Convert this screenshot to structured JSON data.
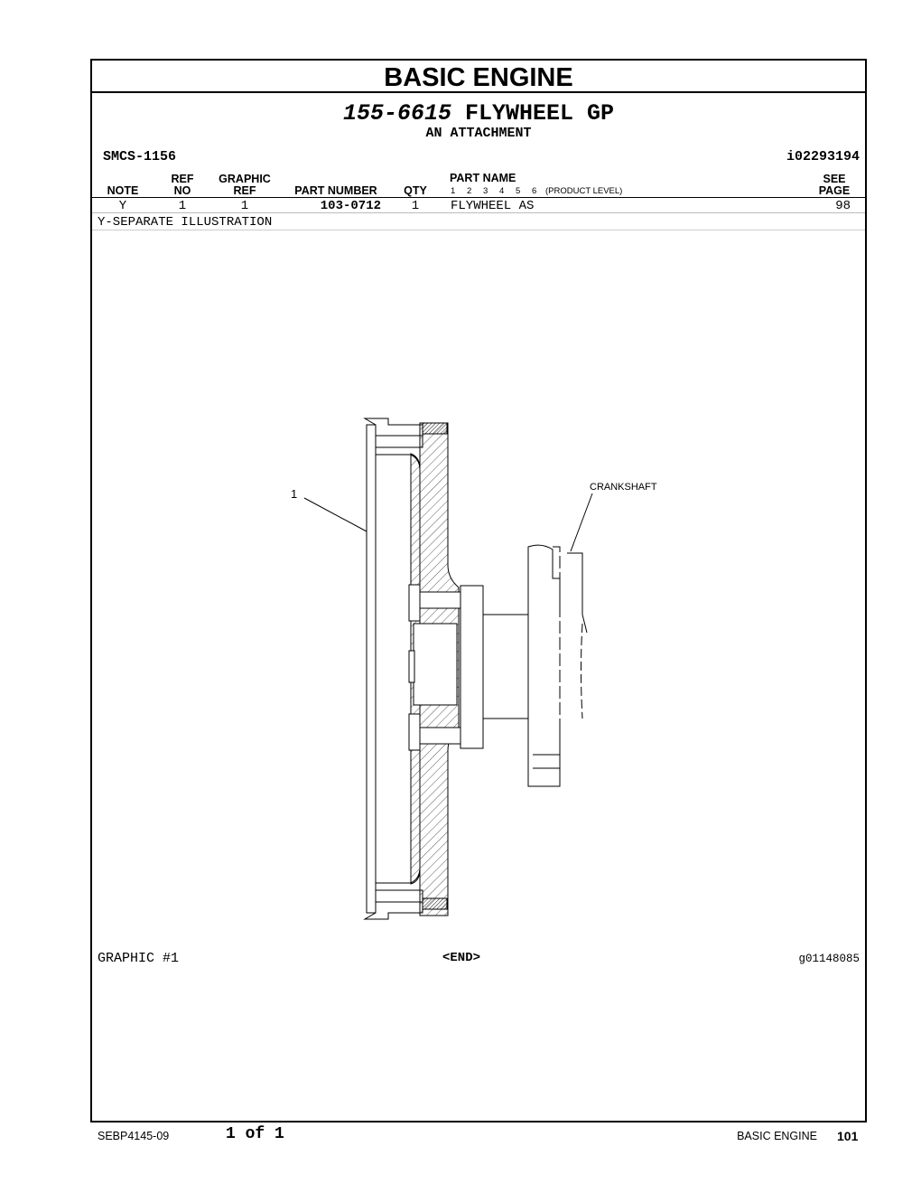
{
  "header": {
    "section_title": "BASIC ENGINE",
    "group_part_number": "155-6615",
    "group_name": "FLYWHEEL GP",
    "attachment": "AN ATTACHMENT",
    "smcs": "SMCS-1156",
    "illustration_id": "i02293194"
  },
  "table": {
    "columns": {
      "note": "NOTE",
      "ref_top": "REF",
      "ref_bottom": "NO",
      "graphic_top": "GRAPHIC",
      "graphic_bottom": "REF",
      "part_number": "PART NUMBER",
      "qty": "QTY",
      "part_name": "PART NAME",
      "product_levels": [
        "1",
        "2",
        "3",
        "4",
        "5",
        "6"
      ],
      "product_level": "(PRODUCT LEVEL)",
      "see_top": "SEE",
      "see_bottom": "PAGE"
    },
    "rows": [
      {
        "note": "Y",
        "ref_no": "1",
        "graphic_ref": "1",
        "part_number": "103-0712",
        "qty": "1",
        "part_name": "FLYWHEEL AS",
        "see_page": "98"
      }
    ],
    "note_legend": "Y-SEPARATE ILLUSTRATION"
  },
  "graphic": {
    "callout_1": "1",
    "crankshaft_label": "CRANKSHAFT",
    "graphic_label": "GRAPHIC #1",
    "end_marker": "<END>",
    "graphic_id": "g01148085"
  },
  "footer": {
    "doc_id": "SEBP4145-09",
    "page_of": "1 of 1",
    "section": "BASIC ENGINE",
    "page_number": "101"
  }
}
